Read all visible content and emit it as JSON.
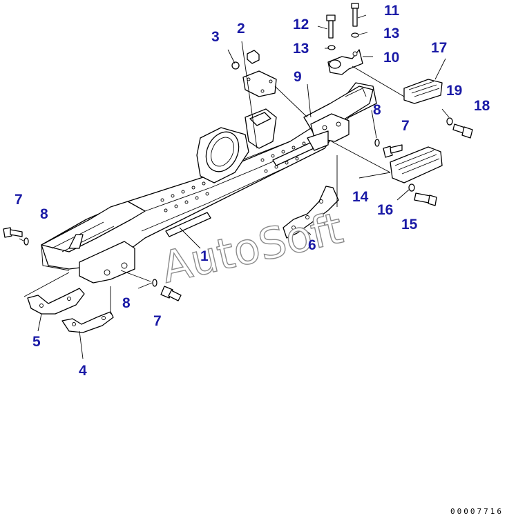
{
  "callouts": [
    {
      "id": "c1",
      "label": "1"
    },
    {
      "id": "c2",
      "label": "2"
    },
    {
      "id": "c3",
      "label": "3"
    },
    {
      "id": "c4",
      "label": "4"
    },
    {
      "id": "c5",
      "label": "5"
    },
    {
      "id": "c6",
      "label": "6"
    },
    {
      "id": "c7a",
      "label": "7"
    },
    {
      "id": "c7b",
      "label": "7"
    },
    {
      "id": "c7c",
      "label": "7"
    },
    {
      "id": "c8a",
      "label": "8"
    },
    {
      "id": "c8b",
      "label": "8"
    },
    {
      "id": "c8c",
      "label": "8"
    },
    {
      "id": "c9",
      "label": "9"
    },
    {
      "id": "c10",
      "label": "10"
    },
    {
      "id": "c11",
      "label": "11"
    },
    {
      "id": "c12",
      "label": "12"
    },
    {
      "id": "c13a",
      "label": "13"
    },
    {
      "id": "c13b",
      "label": "13"
    },
    {
      "id": "c14",
      "label": "14"
    },
    {
      "id": "c15",
      "label": "15"
    },
    {
      "id": "c16",
      "label": "16"
    },
    {
      "id": "c17",
      "label": "17"
    },
    {
      "id": "c18",
      "label": "18"
    },
    {
      "id": "c19",
      "label": "19"
    }
  ],
  "watermark": "AutoSoft",
  "document_number": "00007716",
  "colors": {
    "callout": "#1a1aa6",
    "line": "#000000",
    "watermark_outline": "#8a8a8a"
  }
}
